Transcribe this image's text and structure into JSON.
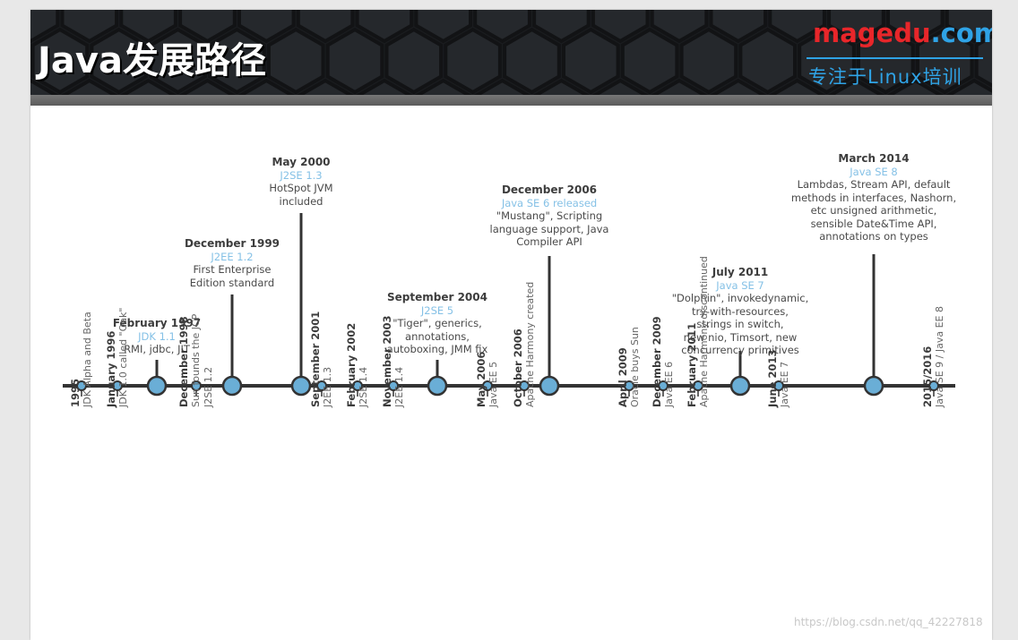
{
  "header": {
    "title": "Java发展路径",
    "brand_name": "magedu",
    "brand_dot": ".",
    "brand_tld": "com",
    "brand_tagline": "专注于Linux培训"
  },
  "major_events": [
    {
      "date": "February 1997",
      "version": "JDK 1.1",
      "details": [
        "RMI, jdbc, JIT"
      ]
    },
    {
      "date": "December 1999",
      "version": "J2EE 1.2",
      "details": [
        "First Enterprise",
        "Edition standard"
      ]
    },
    {
      "date": "May 2000",
      "version": "J2SE 1.3",
      "details": [
        "HotSpot JVM",
        "included"
      ]
    },
    {
      "date": "September 2004",
      "version": "J2SE 5",
      "details": [
        "\"Tiger\", generics,",
        "annotations,",
        "autoboxing, JMM fix"
      ]
    },
    {
      "date": "December 2006",
      "version": "Java SE 6 released",
      "details": [
        "\"Mustang\", Scripting",
        "language support, Java",
        "Compiler API"
      ]
    },
    {
      "date": "July 2011",
      "version": "Java SE 7",
      "details": [
        "\"Dolphin\", invokedynamic,",
        "try-with-resources,",
        "strings in switch,",
        "new nio, Timsort, new",
        "concurrency primitives"
      ]
    },
    {
      "date": "March 2014",
      "version": "Java SE 8",
      "details": [
        "Lambdas, Stream API, default",
        "methods in interfaces, Nashorn,",
        "etc unsigned arithmetic,",
        "sensible Date&Time API,",
        "annotations on types"
      ]
    }
  ],
  "minor_events": [
    {
      "date": "1995",
      "text": "JDK Alpha and Beta"
    },
    {
      "date": "January 1996",
      "text": "JDK 1.0 called \"Oak\""
    },
    {
      "date": "December 1998",
      "text": "Sun founds the JCP",
      "text2": "J2SE 1.2"
    },
    {
      "date": "September 2001",
      "text": "J2EE 1.3"
    },
    {
      "date": "February 2002",
      "text": "J2SE 1.4"
    },
    {
      "date": "November 2003",
      "text": "J2EE 1.4"
    },
    {
      "date": "May 2006",
      "text": "Java EE 5"
    },
    {
      "date": "October 2006",
      "text": "Apache Harmony created"
    },
    {
      "date": "April 2009",
      "text": "Oracle buys Sun"
    },
    {
      "date": "December 2009",
      "text": "Java EE 6"
    },
    {
      "date": "February 2011",
      "text": "Apache Harmony discontinued"
    },
    {
      "date": "June 2013",
      "text": "Java EE 7"
    },
    {
      "date": "2015/2016",
      "text": "Java SE 9 / Java EE 8"
    }
  ],
  "watermark": "https://blog.csdn.net/qq_42227818",
  "colors": {
    "line": "#333333",
    "node_fill": "#6aaed6",
    "version_text": "#85c1e6",
    "brand_red": "#e8262a",
    "brand_blue": "#2fa3e6"
  }
}
